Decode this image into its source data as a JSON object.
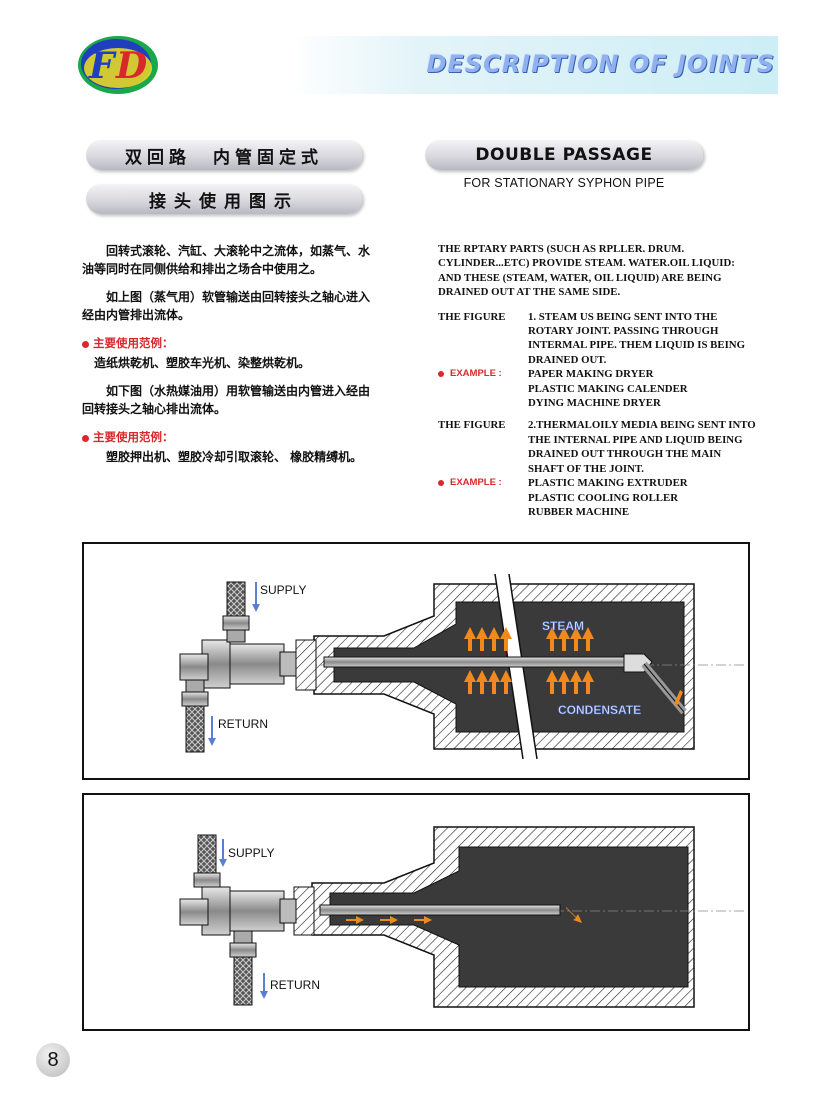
{
  "header": {
    "logo_text": "FD",
    "title": "DESCRIPTION OF JOINTS"
  },
  "headings": {
    "cn_title": "双回路　内管固定式",
    "cn_subtitle": "接头使用图示",
    "en_title": "DOUBLE PASSAGE",
    "en_subtitle": "FOR STATIONARY SYPHON PIPE"
  },
  "chinese": {
    "para1": "回转式滚轮、汽缸、大滚轮中之流体，如蒸气、水油等同时在同侧供给和排出之场合中使用之。",
    "para2": "如上图（蒸气用）软管输送由回转接头之轴心进入经由内管排出流体。",
    "example_label1": "主要使用范例：",
    "example_text1": "造纸烘乾机、塑胶车光机、染整烘乾机。",
    "para3": "如下图（水热媒油用）用软管输送由内管进入经由回转接头之轴心排出流体。",
    "example_label2": "主要使用范例：",
    "example_text2": "塑胶押出机、塑胶冷却引取滚轮、 橡胶精缚机。"
  },
  "english": {
    "intro": "THE RPTARY PARTS (SUCH AS RPLLER. DRUM. CYLINDER...ETC) PROVIDE STEAM. WATER.OIL LIQUID: AND THESE (STEAM, WATER, OIL LIQUID) ARE BEING DRAINED OUT AT THE SAME SIDE.",
    "fig_label1": "THE FIGURE",
    "fig_text1": "1. STEAM US BEING SENT INTO THE ROTARY JOINT. PASSING THROUGH INTERMAL PIPE. THEM LIQUID IS BEING DRAINED OUT.",
    "example_label1": "EXAMPLE :",
    "example_lines1": [
      "PAPER MAKING DRYER",
      "PLASTIC MAKING CALENDER",
      "DYING MACHINE DRYER"
    ],
    "fig_label2": "THE FIGURE",
    "fig_text2": "2.THERMALOILY MEDIA BEING SENT INTO THE INTERNAL PIPE AND LIQUID BEING DRAINED OUT THROUGH THE MAIN SHAFT OF THE JOINT.",
    "example_label2": "EXAMPLE :",
    "example_lines2": [
      "PLASTIC MAKING EXTRUDER",
      "PLASTIC COOLING ROLLER",
      "RUBBER MACHINE"
    ]
  },
  "diagram1": {
    "supply_label": "SUPPLY",
    "return_label": "RETURN",
    "steam_label": "STEAM",
    "condensate_label": "CONDENSATE"
  },
  "diagram2": {
    "supply_label": "SUPPLY",
    "return_label": "RETURN"
  },
  "page_number": "8",
  "colors": {
    "accent_red": "#d8282c",
    "title_blue": "#8fb2ee",
    "arrow_orange": "#f08a1e",
    "flow_blue": "#5a7fd0",
    "logo_green": "#1aa84a",
    "logo_blue": "#1f3fbf",
    "logo_red": "#d8282c"
  }
}
